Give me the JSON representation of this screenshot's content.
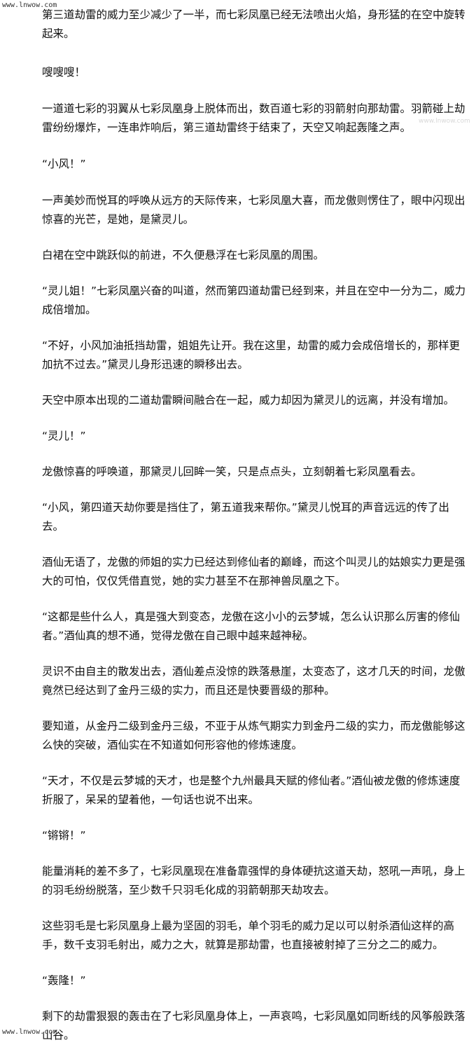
{
  "watermark": {
    "top": "www.lnwow.com",
    "bottom": "www.lnwow.com",
    "faint_right": "www.lnwow.com"
  },
  "paragraphs": [
    "第三道劫雷的威力至少减少了一半，而七彩凤凰已经无法喷出火焰，身形猛的在空中旋转起来。",
    "嗖嗖嗖！",
    "一道道七彩的羽翼从七彩凤凰身上脱体而出，数百道七彩的羽箭射向那劫雷。羽箭碰上劫雷纷纷爆炸，一连串炸响后，第三道劫雷终于结束了，天空又响起轰隆之声。",
    "“小风！”",
    "一声美妙而悦耳的呼唤从远方的天际传来，七彩凤凰大喜，而龙傲则愣住了，眼中闪现出惊喜的光芒，是她，是黛灵儿。",
    "白裙在空中跳跃似的前进，不久便悬浮在七彩凤凰的周围。",
    "“灵儿姐！”七彩凤凰兴奋的叫道，然而第四道劫雷已经到来，并且在空中一分为二，威力成倍增加。",
    "“不好，小风加油抵挡劫雷，姐姐先让开。我在这里，劫雷的威力会成倍增长的，那样更加抗不过去。”黛灵儿身形迅速的瞬移出去。",
    "天空中原本出现的二道劫雷瞬间融合在一起，威力却因为黛灵儿的远离，并没有增加。",
    "“灵儿！”",
    "龙傲惊喜的呼唤道，那黛灵儿回眸一笑，只是点点头，立刻朝着七彩凤凰看去。",
    "“小风，第四道天劫你要是挡住了，第五道我来帮你。”黛灵儿悦耳的声音远远的传了出去。",
    "酒仙无语了，龙傲的师姐的实力已经达到修仙者的巅峰，而这个叫灵儿的姑娘实力更是强大的可怕，仅仅凭借直觉，她的实力甚至不在那神兽凤凰之下。",
    "“这都是些什么人，真是强大到变态，龙傲在这小小的云梦城，怎么认识那么厉害的修仙者。”酒仙真的想不通，觉得龙傲在自己眼中越来越神秘。",
    "灵识不由自主的散发出去，酒仙差点没惊的跌落悬崖，太变态了，这才几天的时间，龙傲竟然已经达到了金丹三级的实力，而且还是快要晋级的那种。",
    "要知道，从金丹二级到金丹三级，不亚于从炼气期实力到金丹二级的实力，而龙傲能够这么快的突破，酒仙实在不知道如何形容他的修炼速度。",
    "“天才，不仅是云梦城的天才，也是整个九州最具天赋的修仙者。”酒仙被龙傲的修炼速度折服了，呆呆的望着他，一句话也说不出来。",
    "“锵锵！”",
    "能量消耗的差不多了，七彩凤凰现在准备靠强悍的身体硬抗这道天劫，怒吼一声吼，身上的羽毛纷纷脱落，至少数千只羽毛化成的羽箭朝那天劫攻去。",
    "这些羽毛是七彩凤凰身上最为坚固的羽毛，单个羽毛的威力足以可以射杀酒仙这样的高手，数千支羽毛射出，威力之大，就算是那劫雷，也直接被射掉了三分之二的威力。",
    "“轰隆！”",
    "剩下的劫雷狠狠的轰击在了七彩凤凰身体上，一声哀鸣，七彩凤凰如同断线的风筝般跌落山谷。"
  ]
}
